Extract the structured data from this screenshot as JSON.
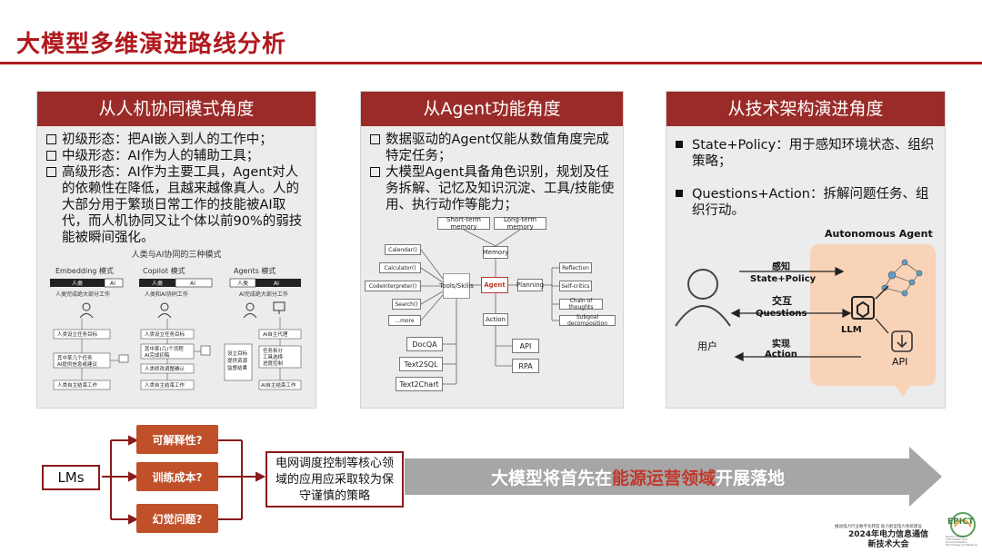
{
  "slide": {
    "title": "大模型多维演进路线分析"
  },
  "panel1": {
    "header": "从人机协同模式角度",
    "bullets": [
      "初级形态：把AI嵌入到人的工作中；",
      "中级形态：AI作为人的辅助工具；",
      "高级形态：AI作为主要工具，Agent对人的依赖性在降低，且越来越像真人。人的大部分用于繁琐日常工作的技能被AI取代，而人机协同又让个体以前90%的弱技能被瞬间强化。"
    ],
    "fig_title": "人类与AI协同的三种模式",
    "modes": [
      {
        "name": "Embedding 模式",
        "left": "人类",
        "right": "AI",
        "caption": "人类完成绝大部分工作",
        "steps": [
          "人类设立任务目标",
          "其中某几个任务\nAI提供信息或建议",
          "人类自主结束工作"
        ]
      },
      {
        "name": "Copilot 模式",
        "left": "人类",
        "right": "AI",
        "caption": "人类和AI协同工作",
        "steps": [
          "人类设立任务目标",
          "其中某(几)个流程\nAI完成初稿",
          "人类修改调整确认",
          "人类自主结束工作"
        ]
      },
      {
        "name": "Agents 模式",
        "left": "人类",
        "right": "AI",
        "caption": "AI完成绝大部分工作",
        "steps": [
          "AI自主代理",
          "任务拆分\n工具选择\n进度控制",
          "AI自主结束工作",
          "设立目标\n提供资源\n监督结果"
        ]
      }
    ]
  },
  "panel2": {
    "header": "从Agent功能角度",
    "bullets": [
      "数据驱动的Agent仅能从数值角度完成特定任务；",
      "大模型Agent具备角色识别，规划及任务拆解、记忆及知识沉淀、工具/技能使用、执行动作等能力；"
    ],
    "diagram": {
      "memory_top": [
        "Short-term memory",
        "Long-term memory"
      ],
      "memory": "Memory",
      "tools_list": [
        "Calendar()",
        "Calculator()",
        "CodeInterpreter()",
        "Search()",
        "...more"
      ],
      "tools": "Tools/Skills",
      "agent": "Agent",
      "planning": "Planning",
      "planning_list": [
        "Reflection",
        "Self-critics",
        "Chain of thoughts",
        "Subgoal decomposition"
      ],
      "action": "Action",
      "outputs_left": [
        "DocQA",
        "Text2SQL",
        "Text2Chart"
      ],
      "outputs_right": [
        "API",
        "RPA"
      ]
    }
  },
  "panel3": {
    "header": "从技术架构演进角度",
    "bullets": [
      "State+Policy：用于感知环境状态、组织策略；",
      "Questions+Action：拆解问题任务、组织行动。"
    ],
    "agent_title": "Autonomous Agent",
    "user_label": "用户",
    "llm_label": "LLM",
    "api_label": "API",
    "arrows": [
      {
        "cn": "感知",
        "en": "State+Policy"
      },
      {
        "cn": "交互",
        "en": "Questions"
      },
      {
        "cn": "实现",
        "en": "Action"
      }
    ]
  },
  "bottom": {
    "lms": "LMs",
    "questions": [
      "可解释性?",
      "训练成本?",
      "幻觉问题?"
    ],
    "strategy": "电网调度控制等核心领域的应用应采取较为保守谨慎的策略",
    "arrow_pre": "大模型将首先在",
    "arrow_highlight": "能源运营领域",
    "arrow_post": "开展落地"
  },
  "footer": {
    "small_text": "推动电力行业数字化转型 助力新型电力系统建设",
    "logo_text": "EPICT",
    "logo_sub": "Electric Power Information and Communication Technology Conference",
    "conference": "2024年电力信息通信",
    "conference2": "新技术大会"
  },
  "colors": {
    "accent": "#b0191e",
    "header": "#9a2b28",
    "orange": "#c0502a",
    "peach": "#f8d3b8"
  }
}
